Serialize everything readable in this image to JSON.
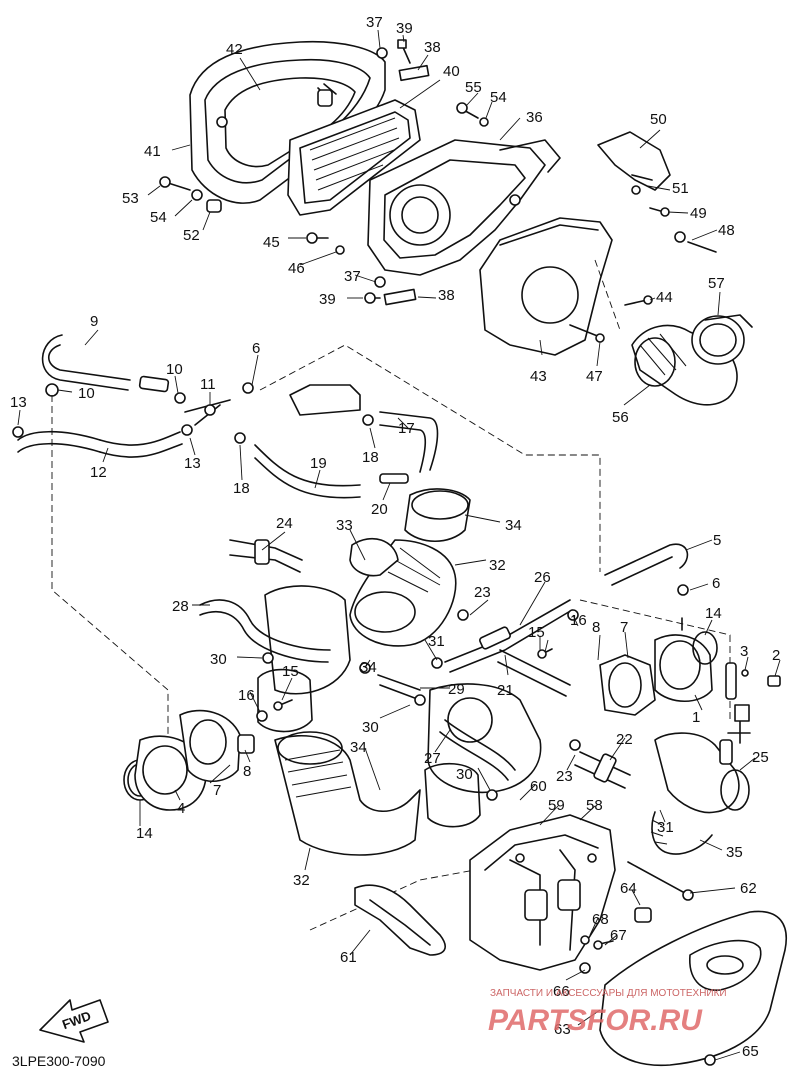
{
  "diagram": {
    "part_labels": [
      "37",
      "39",
      "38",
      "42",
      "40",
      "55",
      "54",
      "36",
      "50",
      "41",
      "53",
      "54",
      "52",
      "51",
      "49",
      "48",
      "45",
      "46",
      "37",
      "39",
      "38",
      "44",
      "57",
      "9",
      "6",
      "43",
      "47",
      "56",
      "10",
      "10",
      "11",
      "13",
      "12",
      "13",
      "17",
      "18",
      "18",
      "19",
      "20",
      "34",
      "24",
      "33",
      "32",
      "5",
      "26",
      "23",
      "6",
      "28",
      "16",
      "15",
      "14",
      "8",
      "7",
      "3",
      "2",
      "30",
      "34",
      "29",
      "31",
      "21",
      "15",
      "16",
      "1",
      "30",
      "14",
      "7",
      "8",
      "4",
      "34",
      "27",
      "22",
      "23",
      "25",
      "30",
      "60",
      "59",
      "58",
      "31",
      "35",
      "32",
      "64",
      "62",
      "61",
      "68",
      "67",
      "66",
      "63",
      "65"
    ],
    "diagram_code": "3LPE300-7090",
    "fwd_label": "FWD"
  },
  "watermark": {
    "caption": "ЗАПЧАСТИ И АКСЕССУАРЫ ДЛЯ МОТОТЕХНИКИ",
    "brand": "PARTSFOR.RU"
  }
}
